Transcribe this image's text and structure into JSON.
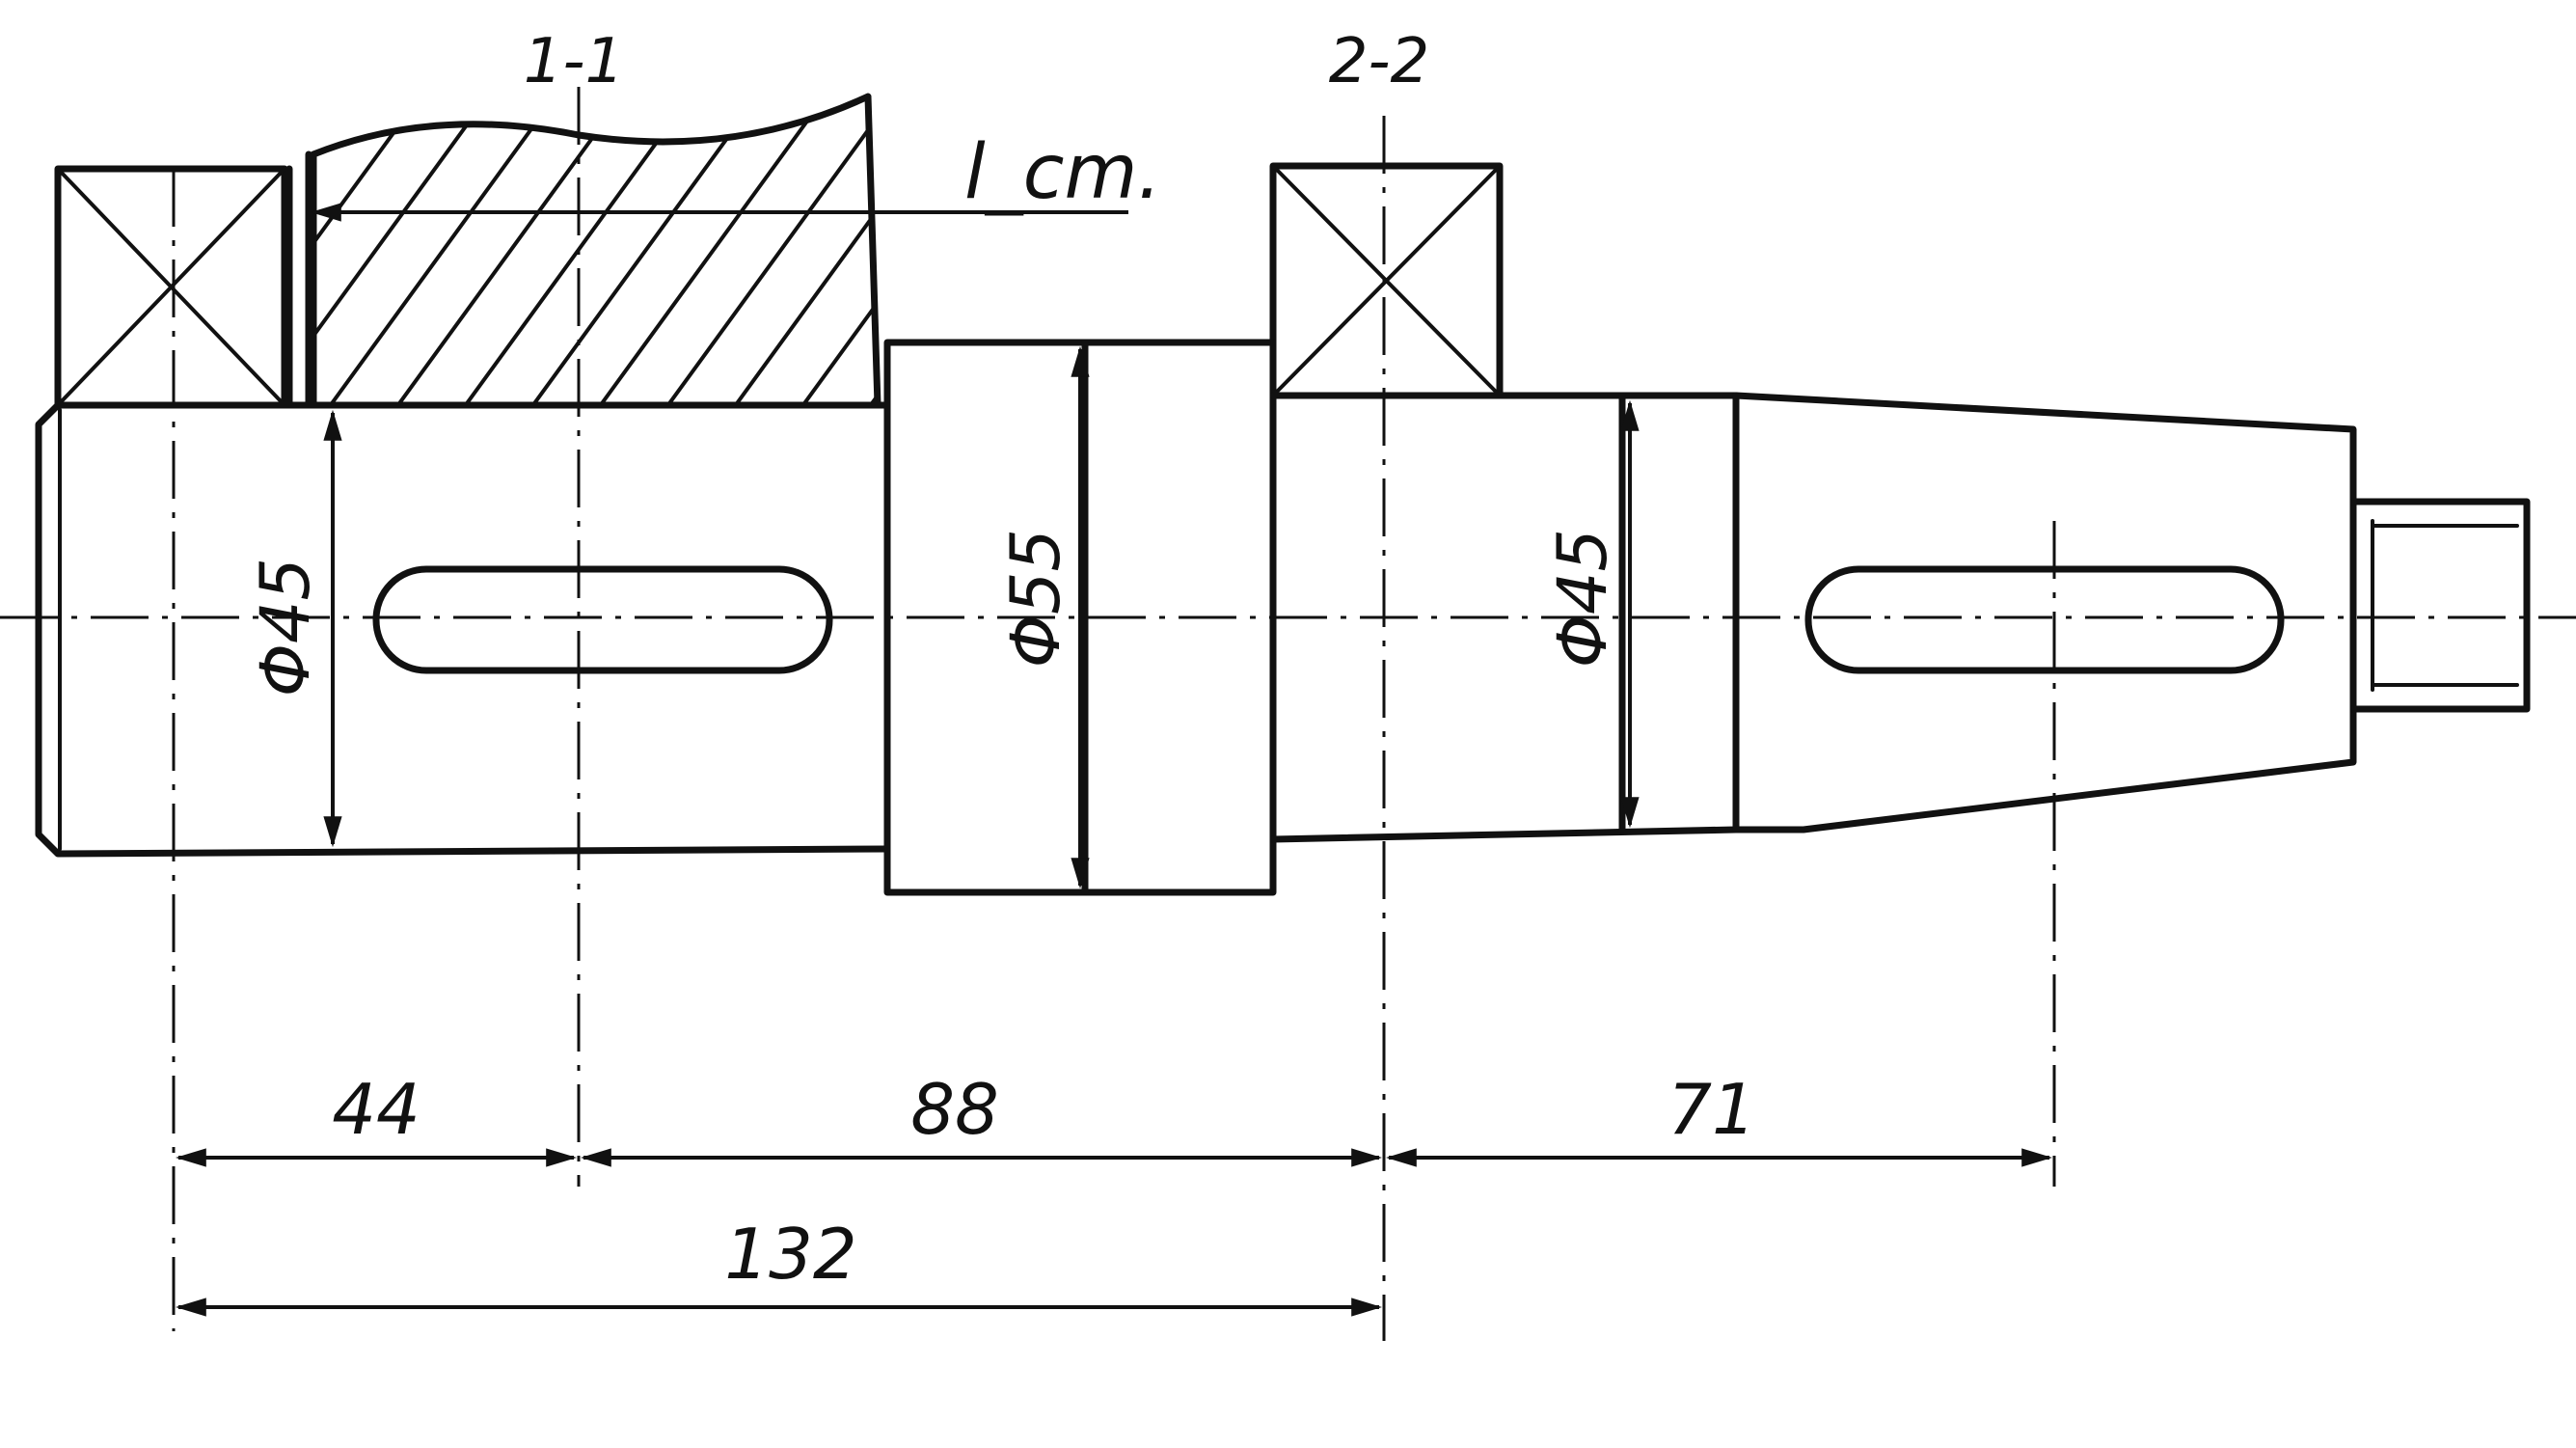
{
  "section_labels": {
    "section_1": "1-1",
    "section_2": "2-2"
  },
  "hub_length_label": "l_cm.",
  "diameters": {
    "left_journal": "Φ45",
    "collar": "Φ55",
    "right_journal": "Φ45"
  },
  "dimensions": {
    "d1": "44",
    "d2": "88",
    "d3": "71",
    "total": "132"
  },
  "colors": {
    "ink": "#111111",
    "paper": "#ffffff"
  }
}
